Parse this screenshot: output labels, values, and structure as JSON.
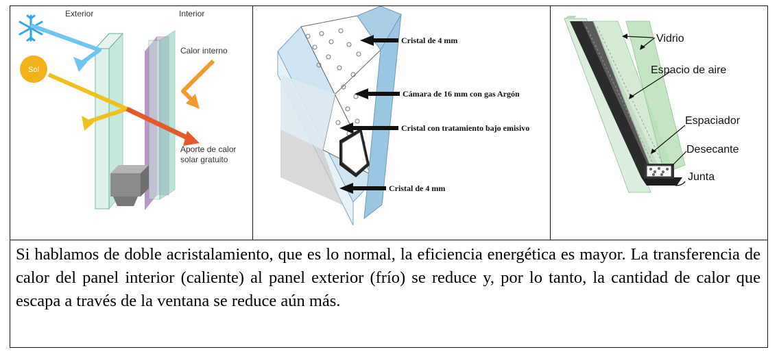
{
  "figure1": {
    "exterior_label": "Exterior",
    "interior_label": "Interior",
    "sun_label": "Sol",
    "internal_heat_label": "Calor interno",
    "solar_gain_label_line1": "Aporte de calor",
    "solar_gain_label_line2": "solar gratuito",
    "icons": [
      "snowflake-icon",
      "sun-icon"
    ]
  },
  "figure2": {
    "label_top": "Cristal de 4 mm",
    "label_chamber": "Cámara de 16 mm con gas Argón",
    "label_low_e": "Cristal con tratamiento bajo emisivo",
    "label_bottom": "Cristal de 4 mm"
  },
  "figure3": {
    "label_glass": "Vidrio",
    "label_air": "Espacio de aire",
    "label_spacer": "Espaciador",
    "label_desiccant": "Desecante",
    "label_seal": "Junta"
  },
  "caption": "Si hablamos de doble acristalamiento, que es lo normal, la eficiencia energética es mayor. La transferencia de calor del panel interior (caliente) al panel exterior (frío) se reduce y, por lo tanto, la cantidad de calor que escapa a través de la ventana se reduce aún más."
}
